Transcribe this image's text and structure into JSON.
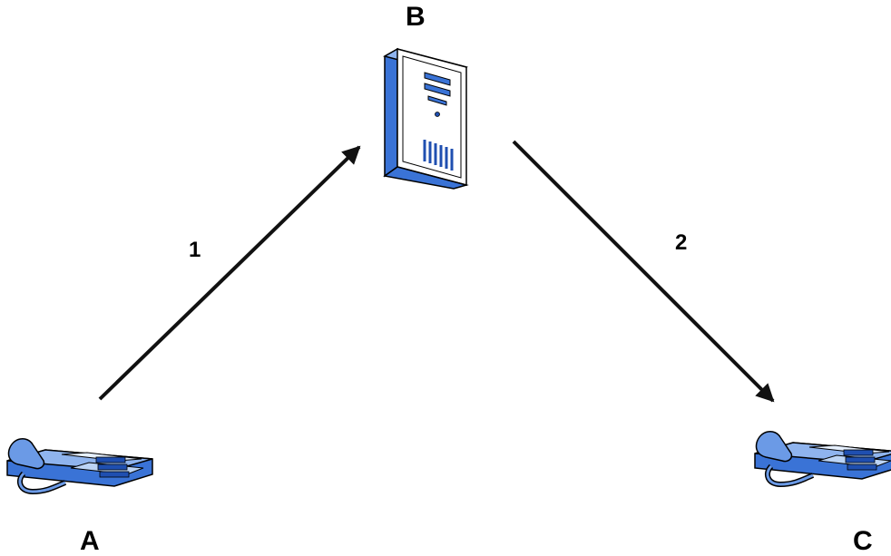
{
  "nodes": {
    "a": {
      "label": "A",
      "kind": "phone"
    },
    "b": {
      "label": "B",
      "kind": "server"
    },
    "c": {
      "label": "C",
      "kind": "phone"
    }
  },
  "steps": [
    {
      "label": "1",
      "from": "A",
      "to": "B"
    },
    {
      "label": "2",
      "from": "B",
      "to": "C"
    }
  ],
  "colors": {
    "device_blue": "#3a73d6",
    "device_light_blue": "#bcd4f5",
    "arrow": "#111111",
    "outline": "#000000"
  }
}
